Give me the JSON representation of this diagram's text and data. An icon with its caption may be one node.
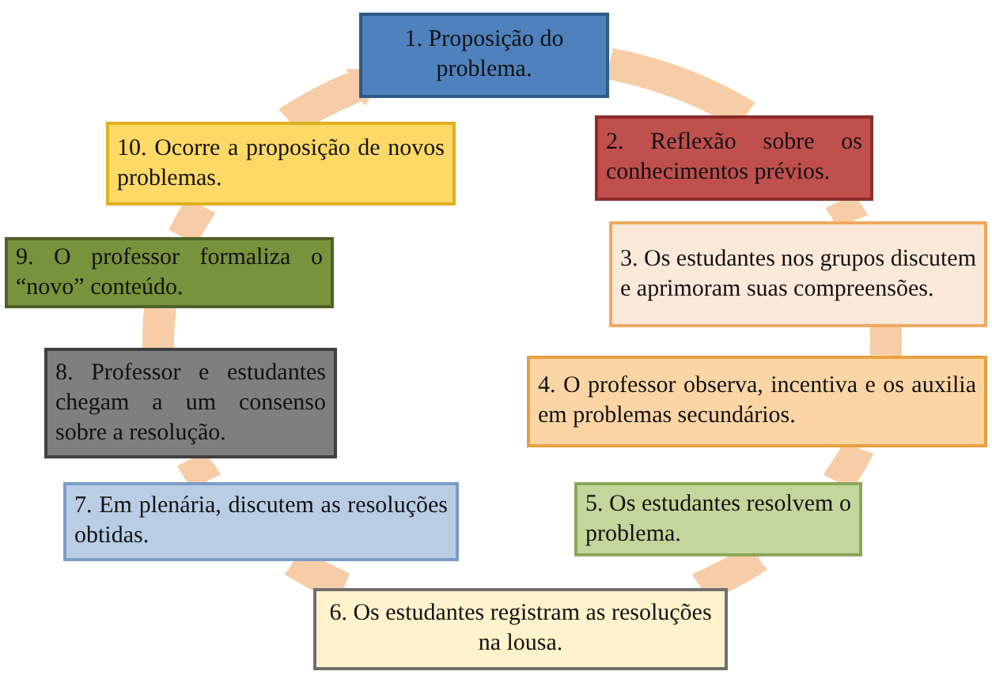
{
  "diagram": {
    "nodes": [
      {
        "text": [
          "1. Proposição do problema."
        ]
      },
      {
        "text": [
          "2. Reflexão sobre os conhecimentos prévios."
        ]
      },
      {
        "text": [
          "3. Os estudantes nos grupos discutem e aprimoram suas compreensões."
        ]
      },
      {
        "text": [
          "4. O professor observa, incentiva e os auxilia em problemas secundários."
        ]
      },
      {
        "text": [
          "5. Os estudantes resolvem o problema."
        ]
      },
      {
        "text": [
          "6. Os estudantes registram as resoluções na lousa."
        ]
      },
      {
        "text": [
          "7. Em plenária, discutem as resoluções obtidas."
        ]
      },
      {
        "text": [
          "8. Professor e estudantes chegam a um consenso sobre a resolução."
        ]
      },
      {
        "text": [
          "9. O professor formaliza o “novo” conteúdo."
        ]
      },
      {
        "text": [
          "10. Ocorre a proposição de novos problemas."
        ]
      }
    ],
    "edges": [
      {
        "from": 0,
        "to": 1,
        "arrow": "none"
      },
      {
        "from": 1,
        "to": 2,
        "arrow": "none"
      },
      {
        "from": 2,
        "to": 3,
        "arrow": "none"
      },
      {
        "from": 3,
        "to": 4,
        "arrow": "none"
      },
      {
        "from": 4,
        "to": 5,
        "arrow": "none"
      },
      {
        "from": 5,
        "to": 6,
        "arrow": "none"
      },
      {
        "from": 6,
        "to": 7,
        "arrow": "none"
      },
      {
        "from": 7,
        "to": 8,
        "arrow": "none"
      },
      {
        "from": 8,
        "to": 9,
        "arrow": "none"
      },
      {
        "from": 9,
        "to": 0,
        "arrow": "to"
      }
    ]
  }
}
